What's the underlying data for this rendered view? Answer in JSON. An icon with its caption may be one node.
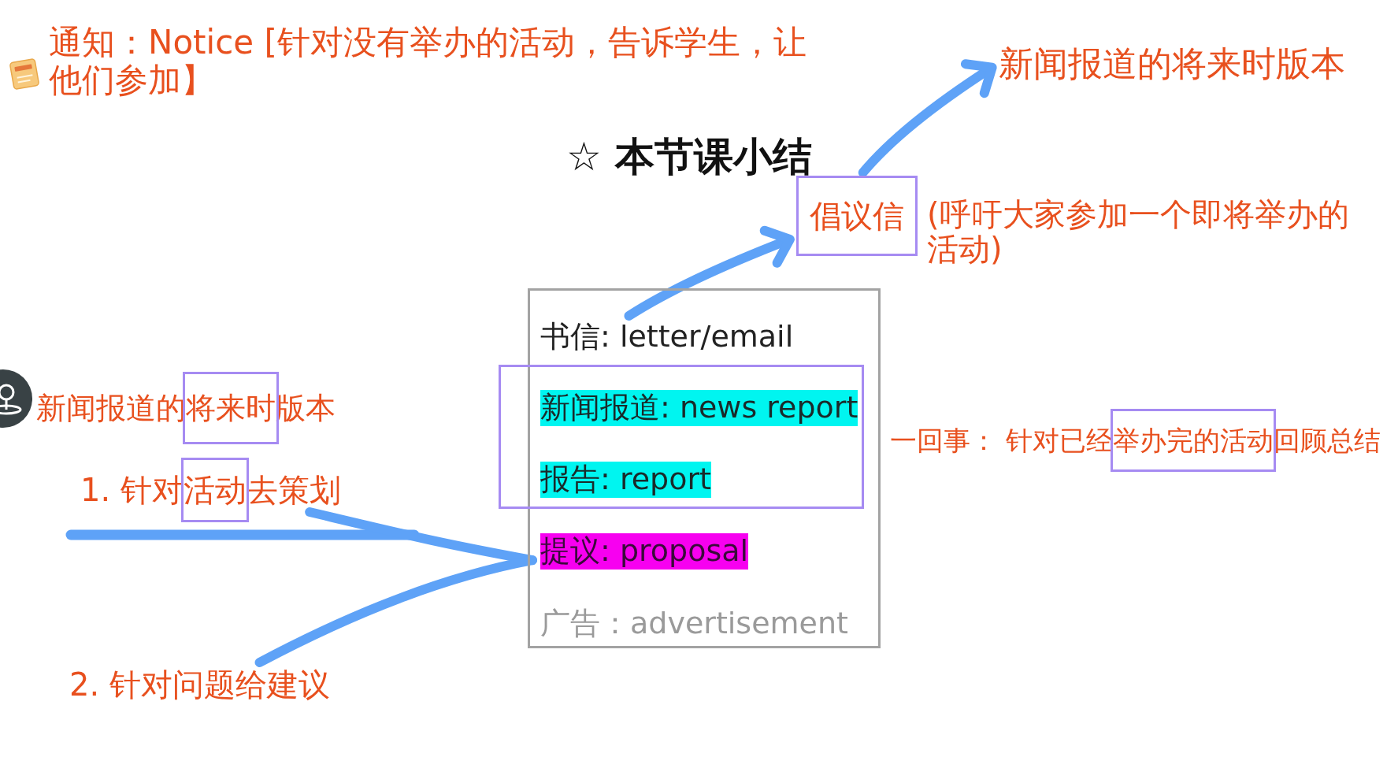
{
  "diagram": {
    "title": "☆ 本节课小结",
    "nodes": [
      {
        "text": [],
        "shape": "box"
      },
      {
        "text": [
          "书信: letter/email"
        ],
        "in": 0
      },
      {
        "text": [],
        "shape": "box"
      },
      {
        "text": [
          "新闻报道: news report"
        ],
        "in": 2
      },
      {
        "text": [
          "报告: report"
        ],
        "in": 2
      },
      {
        "text": [
          "提议: proposal"
        ],
        "in": 0
      },
      {
        "text": [
          "广告：advertisement"
        ],
        "in": 0
      },
      {
        "text": [
          "倡议信"
        ],
        "beside": [
          "(呼吁大家参加一个即将举办的活动)"
        ]
      },
      {
        "text": [
          "新闻报道的将来时版本"
        ]
      },
      {
        "text": [
          "1. 针对活动去策划"
        ]
      },
      {
        "text": [
          "2. 针对问题给建议"
        ]
      }
    ],
    "edges": [
      {
        "from": 1,
        "to": 7,
        "arrow": "to"
      },
      {
        "from": 7,
        "to": 8,
        "arrow": "to"
      },
      {
        "from": 9,
        "to": 5,
        "arrow": "none"
      },
      {
        "from": 10,
        "to": 5,
        "arrow": "none"
      }
    ],
    "labels": [
      "通知：Notice [针对没有举办的活动，告诉学生，让他们参加】",
      "新闻报道的将来时版本",
      "一回事： 针对已经举办完的活动回顾总结"
    ]
  }
}
